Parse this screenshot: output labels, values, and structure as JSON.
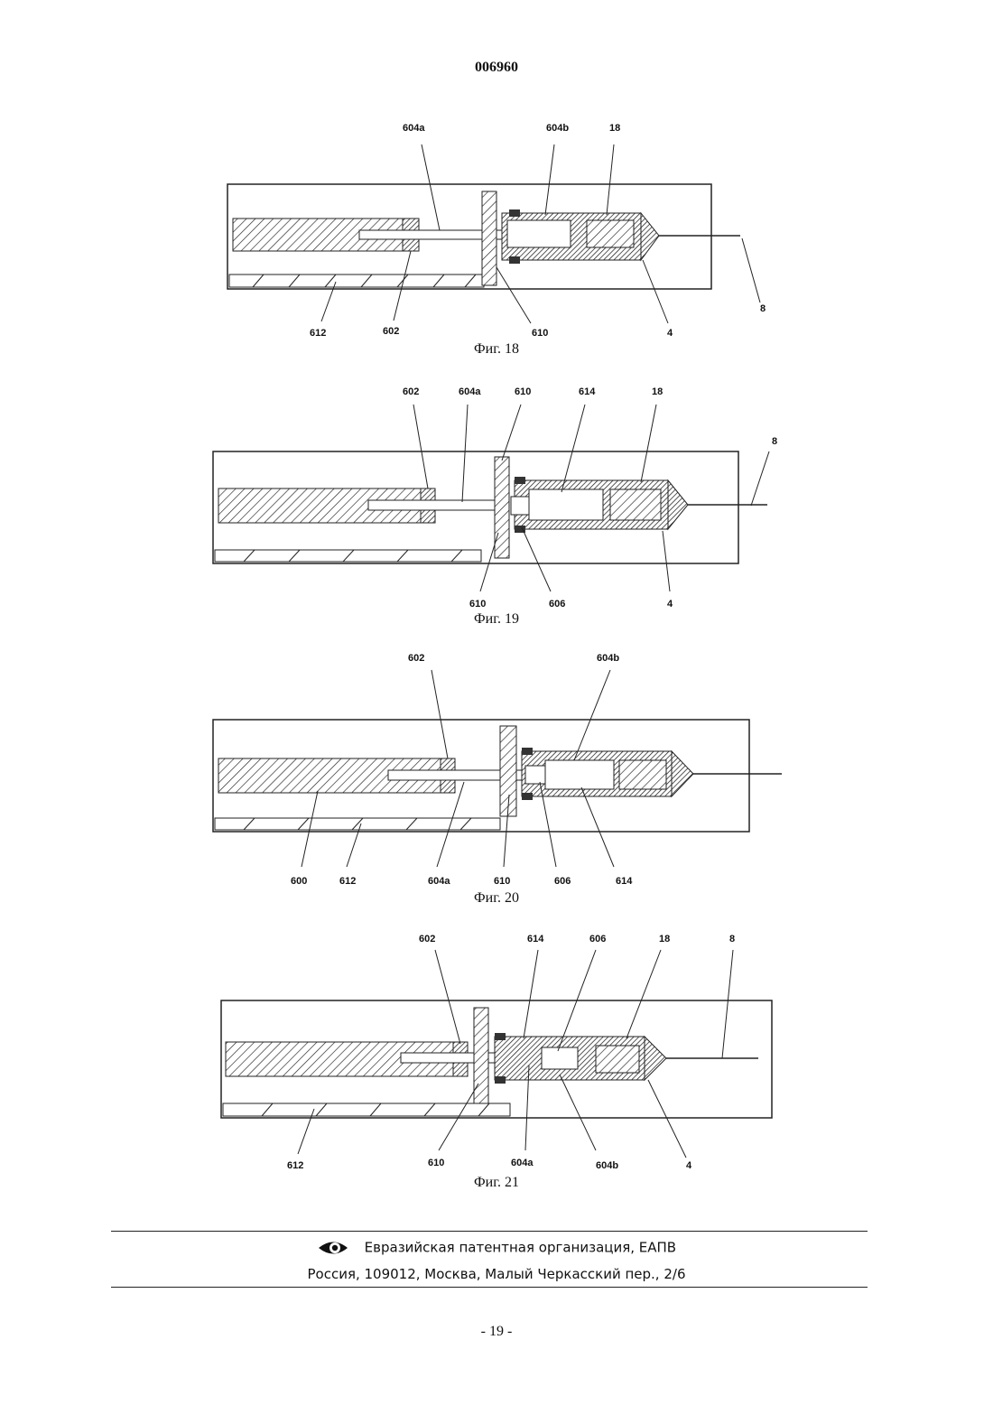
{
  "header": {
    "doc_number": "006960"
  },
  "figures": [
    {
      "caption": "Фиг. 18",
      "labels": {
        "a": "604a",
        "b": "604b",
        "c": "18",
        "d": "8",
        "e": "612",
        "f": "602",
        "g": "610",
        "h": "4"
      }
    },
    {
      "caption": "Фиг. 19",
      "labels": {
        "a": "602",
        "b": "604a",
        "c": "610",
        "d": "614",
        "e": "18",
        "f": "8",
        "g": "610",
        "h": "606",
        "i": "4"
      }
    },
    {
      "caption": "Фиг. 20",
      "labels": {
        "a": "602",
        "b": "604b",
        "c": "600",
        "d": "612",
        "e": "604a",
        "f": "610",
        "g": "606",
        "h": "614"
      }
    },
    {
      "caption": "Фиг. 21",
      "labels": {
        "a": "602",
        "b": "614",
        "c": "606",
        "d": "18",
        "e": "8",
        "f": "612",
        "g": "610",
        "h": "604a",
        "i": "604b",
        "j": "4"
      }
    }
  ],
  "footer": {
    "logo_icon": "eapo-eye-logo",
    "org_name": "Евразийская патентная организация, ЕАПВ",
    "address": "Россия, 109012, Москва, Малый Черкасский пер., 2/6",
    "page_number": "- 19 -"
  }
}
